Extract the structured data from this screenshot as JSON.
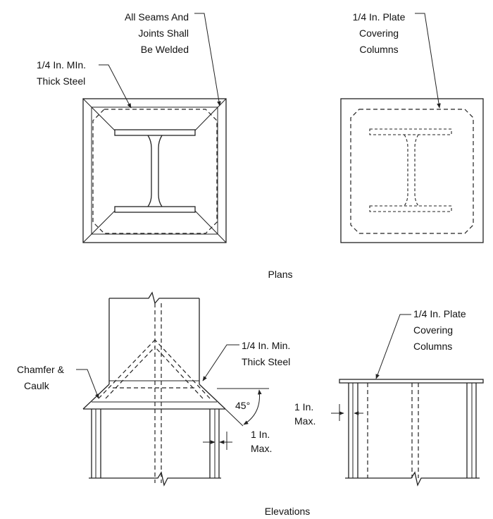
{
  "labels": {
    "seams_line1": "All Seams And",
    "seams_line2": "Joints Shall",
    "seams_line3": "Be Welded",
    "min_steel_plan_line1": "1/4 In. MIn.",
    "min_steel_plan_line2": "Thick Steel",
    "plate_plan_line1": "1/4 In. Plate",
    "plate_plan_line2": "Covering",
    "plate_plan_line3": "Columns",
    "plans": "Plans",
    "min_steel_elev_line1": "1/4 In. Min.",
    "min_steel_elev_line2": "Thick Steel",
    "chamfer_line1": "Chamfer &",
    "chamfer_line2": "Caulk",
    "angle": "45°",
    "max_left_line1": "1 In.",
    "max_left_line2": "Max.",
    "plate_elev_line1": "1/4 In. Plate",
    "plate_elev_line2": "Covering",
    "plate_elev_line3": "Columns",
    "max_right_line1": "1 In.",
    "max_right_line2": "Max.",
    "elevations": "Elevations"
  }
}
